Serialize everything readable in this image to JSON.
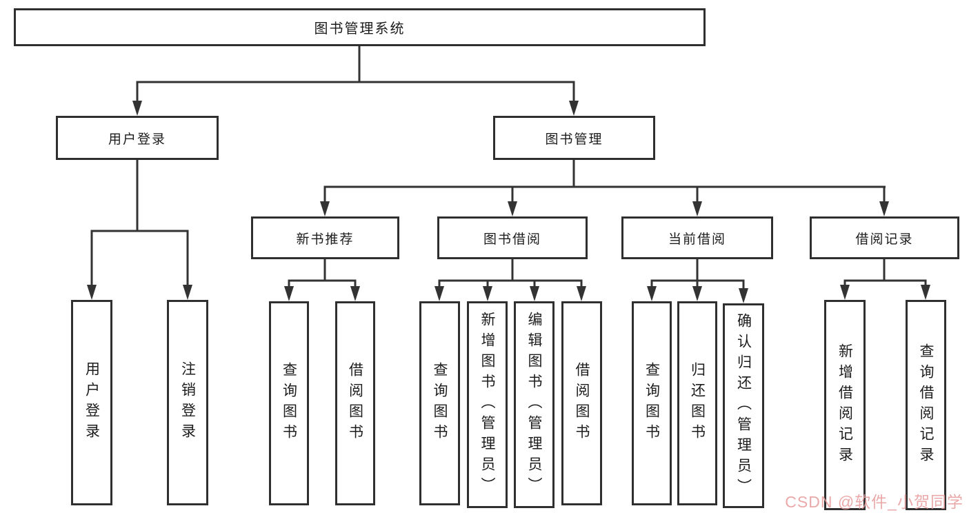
{
  "nodes": {
    "root": "图书管理系统",
    "user_login": "用户登录",
    "book_mgmt": "图书管理",
    "new_book_rec": "新书推荐",
    "book_borrow": "图书借阅",
    "current_borrow": "当前借阅",
    "borrow_records": "借阅记录",
    "leaf_user_login": "用户登录",
    "leaf_logout": "注销登录",
    "leaf_query_book_1": "查询图书",
    "leaf_borrow_book_1": "借阅图书",
    "leaf_query_book_2": "查询图书",
    "leaf_add_book_admin": "新增图书（管理员）",
    "leaf_edit_book_admin": "编辑图书（管理员）",
    "leaf_borrow_book_2": "借阅图书",
    "leaf_query_book_3": "查询图书",
    "leaf_return_book": "归还图书",
    "leaf_confirm_return_admin": "确认归还（管理员）",
    "leaf_add_borrow_record": "新增借阅记录",
    "leaf_query_borrow_record": "查询借阅记录"
  },
  "watermark": "CSDN @软件_小贺同学",
  "colors": {
    "line": "#333333",
    "box_border": "#2f2f2f",
    "text": "#1c1c1c",
    "watermark": "#e79a9a",
    "background": "#ffffff"
  }
}
